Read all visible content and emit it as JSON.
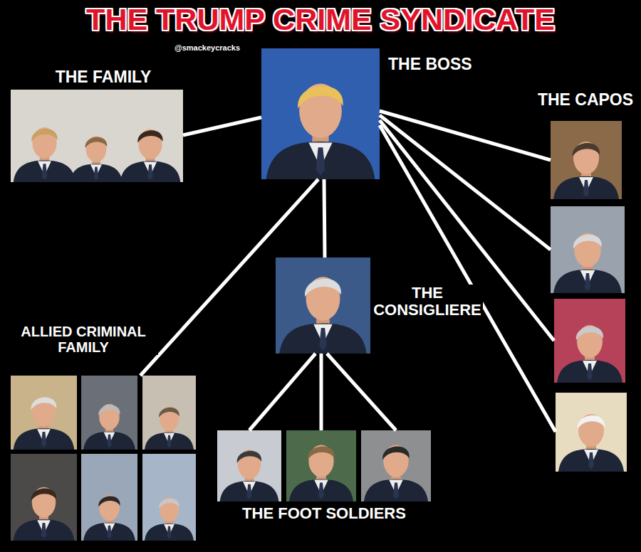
{
  "diagram": {
    "title": "THE TRUMP CRIME SYNDICATE",
    "nodes": [
      {
        "text": [
          "THE BOSS"
        ]
      },
      {
        "text": [
          "THE FAMILY"
        ]
      },
      {
        "text": [
          "THE CAPOS"
        ]
      },
      {
        "text": [
          "THE CONSIGLIERE"
        ]
      },
      {
        "text": [
          "ALLIED CRIMINAL FAMILY"
        ]
      },
      {
        "text": [
          "THE FOOT SOLDIERS"
        ]
      }
    ],
    "edges": [
      {
        "from": 0,
        "to": 1,
        "arrow": "none"
      },
      {
        "from": 0,
        "to": 2,
        "arrow": "none"
      },
      {
        "from": 0,
        "to": 3,
        "arrow": "none"
      },
      {
        "from": 0,
        "to": 4,
        "arrow": "none"
      },
      {
        "from": 3,
        "to": 5,
        "arrow": "none"
      }
    ],
    "labels": [
      "@smackeycracks"
    ]
  }
}
